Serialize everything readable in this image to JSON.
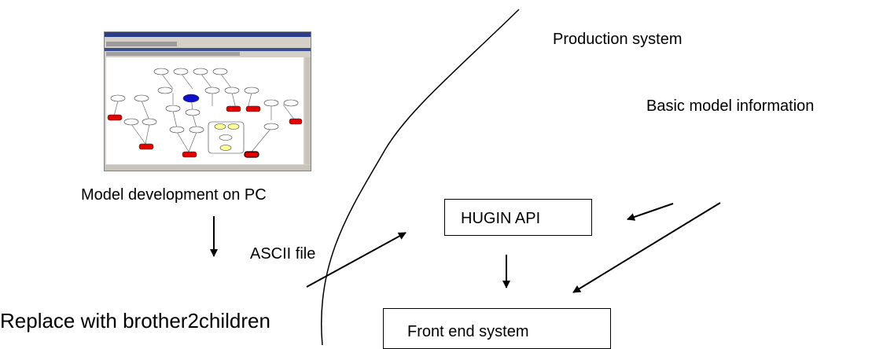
{
  "labels": {
    "production_system": "Production system",
    "basic_model_info": "Basic model information",
    "model_dev": "Model development on PC",
    "ascii_file": "ASCII file",
    "replace_note": "Replace with brother2children"
  },
  "boxes": {
    "hugin_api": "HUGIN API",
    "front_end": "Front end system"
  },
  "thumbnail": {
    "alt": "HUGIN network screenshot",
    "colors": {
      "red": "#e00000",
      "blue": "#1010cc",
      "yellow": "#ffff99"
    }
  }
}
